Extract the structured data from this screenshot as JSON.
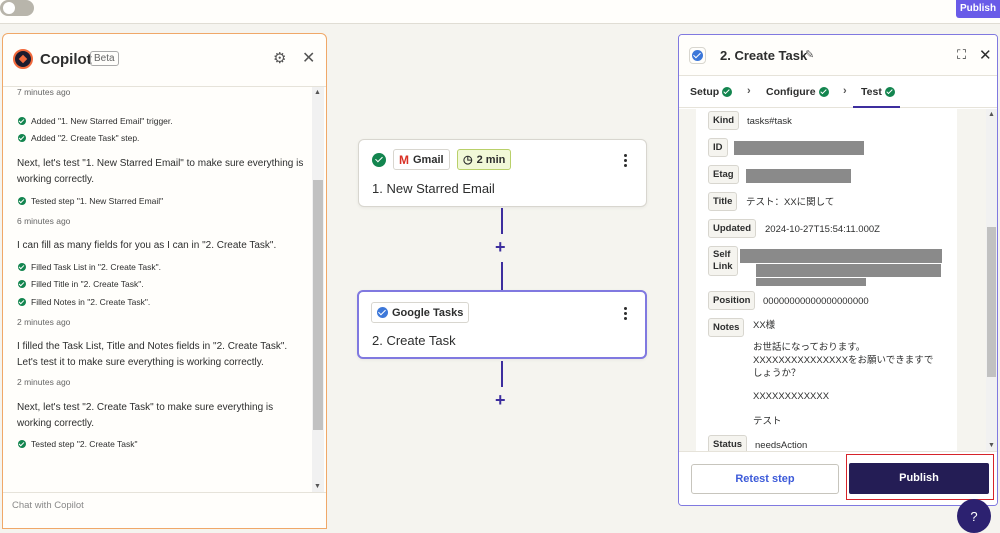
{
  "topbar": {
    "publish_label": "Publish"
  },
  "copilot": {
    "title": "Copilot",
    "beta": "Beta",
    "input_placeholder": "Chat with Copilot",
    "feed": {
      "ts1": "7 minutes ago",
      "step1": "Added \"1. New Starred Email\" trigger.",
      "step2": "Added \"2. Create Task\" step.",
      "msg1": "Next, let's test \"1. New Starred Email\" to make sure everything is working correctly.",
      "step3": "Tested step \"1. New Starred Email\"",
      "ts2": "6 minutes ago",
      "msg2": "I can fill as many fields for you as I can in \"2. Create Task\".",
      "step4": "Filled Task List in \"2. Create Task\".",
      "step5": "Filled Title in \"2. Create Task\".",
      "step6": "Filled Notes in \"2. Create Task\".",
      "ts3": "2 minutes ago",
      "msg3": "I filled the Task List, Title and Notes fields in \"2. Create Task\". Let's test it to make sure everything is working correctly.",
      "ts4": "2 minutes ago",
      "msg4": "Next, let's test \"2. Create Task\" to make sure everything is working correctly.",
      "step7": "Tested step \"2. Create Task\""
    }
  },
  "canvas": {
    "node1": {
      "app_label": "Gmail",
      "time_label": "2 min",
      "title": "1. New Starred Email"
    },
    "node2": {
      "app_label": "Google Tasks",
      "title": "2. Create Task"
    }
  },
  "panel": {
    "title": "2. Create Task",
    "tabs": {
      "setup": "Setup",
      "configure": "Configure",
      "test": "Test"
    },
    "fields": {
      "kind_key": "Kind",
      "kind_val": "tasks#task",
      "id_key": "ID",
      "etag_key": "Etag",
      "title_key": "Title",
      "title_val": "テスト：XXに関して",
      "updated_key": "Updated",
      "updated_val": "2024-10-27T15:54:11.000Z",
      "selflink_key1": "Self",
      "selflink_key2": "Link",
      "position_key": "Position",
      "position_val": "00000000000000000000",
      "notes_key": "Notes",
      "notes_l1": "XX様",
      "notes_l2": "お世話になっております。",
      "notes_l3": "XXXXXXXXXXXXXXXをお願いできますで",
      "notes_l4": "しょうか？",
      "notes_l5": "XXXXXXXXXXXX",
      "notes_l6": "テスト",
      "status_key": "Status",
      "status_val": "needsAction"
    },
    "retest_label": "Retest step",
    "publish_label": "Publish"
  }
}
